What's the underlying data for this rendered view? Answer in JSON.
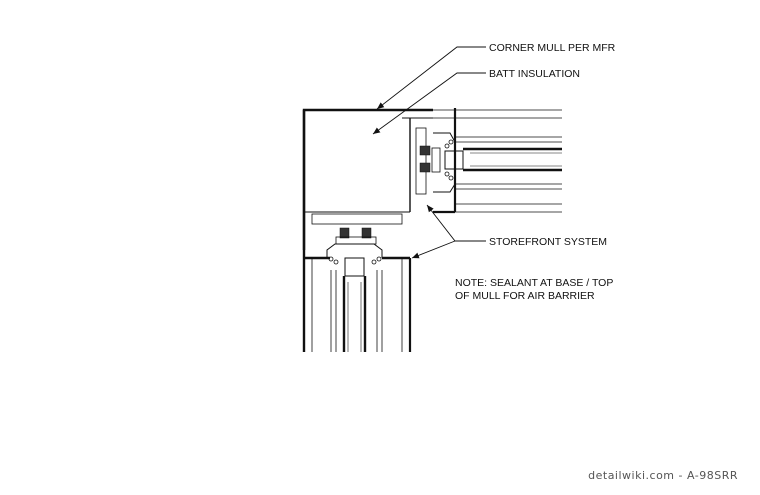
{
  "callouts": {
    "corner_mull": "CORNER MULL PER MFR",
    "batt_insulation": "BATT INSULATION",
    "storefront_system": "STOREFRONT SYSTEM"
  },
  "note": {
    "line1": "NOTE: SEALANT AT BASE / TOP",
    "line2": "OF MULL FOR AIR BARRIER"
  },
  "credit": "detailwiki.com - A-98SRR"
}
